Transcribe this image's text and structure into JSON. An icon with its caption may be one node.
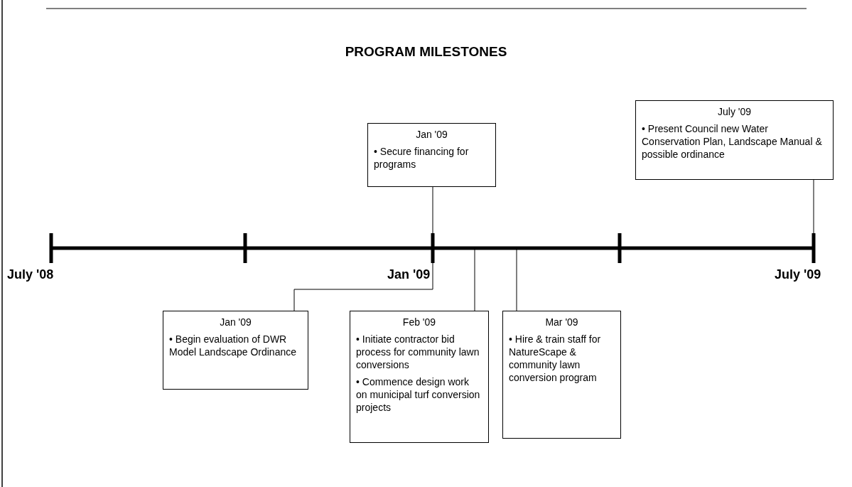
{
  "diagram": {
    "title": "PROGRAM MILESTONES",
    "nodes": [
      {
        "text": [
          "Jan '09",
          "• Secure financing for programs"
        ]
      },
      {
        "text": [
          "July '09",
          "• Present Council new Water Conservation Plan, Landscape Manual & possible ordinance"
        ]
      },
      {
        "text": [
          "Jan '09",
          "• Begin evaluation of DWR Model Landscape Ordinance"
        ]
      },
      {
        "text": [
          "Feb '09",
          "• Initiate contractor bid process for community lawn conversions",
          "• Commence design work on municipal turf conversion projects"
        ]
      },
      {
        "text": [
          "Mar '09",
          "• Hire & train staff for NatureScape & community lawn conversion program"
        ]
      }
    ],
    "edges": [
      {
        "from": 0,
        "to": null,
        "arrow": "none"
      },
      {
        "from": 1,
        "to": null,
        "arrow": "none"
      },
      {
        "from": 2,
        "to": null,
        "arrow": "none"
      },
      {
        "from": 3,
        "to": null,
        "arrow": "none"
      },
      {
        "from": 4,
        "to": null,
        "arrow": "none"
      }
    ],
    "labels": [
      "July '08",
      "Jan '09",
      "July '09"
    ]
  }
}
